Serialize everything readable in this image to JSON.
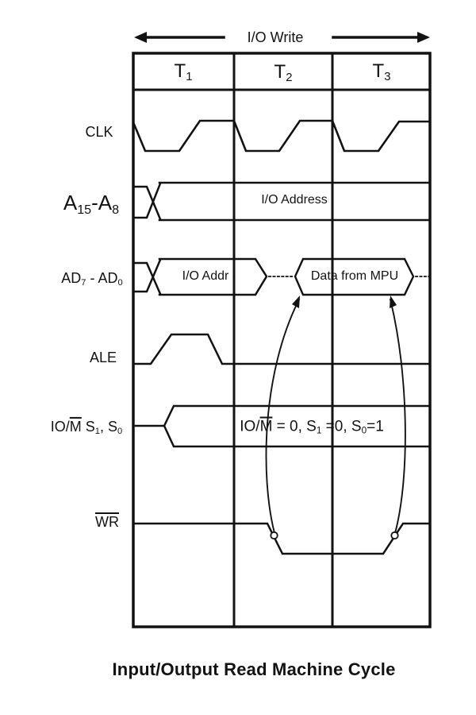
{
  "header": {
    "cycle_label": "I/O Write",
    "columns": [
      [
        {
          "t": "T"
        },
        {
          "t": "1",
          "sub": true
        }
      ],
      [
        {
          "t": "T"
        },
        {
          "t": "2",
          "sub": true
        }
      ],
      [
        {
          "t": "T"
        },
        {
          "t": "3",
          "sub": true
        }
      ]
    ]
  },
  "signals": {
    "clk": {
      "label": "CLK"
    },
    "a15_a8": {
      "label_parts": [
        {
          "t": "A"
        },
        {
          "t": "15",
          "sub": true
        },
        {
          "t": "-A"
        },
        {
          "t": "8",
          "sub": true
        }
      ]
    },
    "ad7_ad0": {
      "label_parts": [
        {
          "t": "AD"
        },
        {
          "t": "7",
          "sub": true
        },
        {
          "t": " - AD"
        },
        {
          "t": "0",
          "sub": true
        }
      ]
    },
    "ale": {
      "label": "ALE"
    },
    "iom_s1_s0": {
      "label_parts": [
        {
          "t": "IO/"
        },
        {
          "t": "M",
          "over": true
        },
        {
          "t": " S"
        },
        {
          "t": "1",
          "sub": true
        },
        {
          "t": ", S"
        },
        {
          "t": "0",
          "sub": true
        }
      ]
    },
    "wr": {
      "label_parts": [
        {
          "t": "WR",
          "over": true
        }
      ]
    }
  },
  "bus_annotations": {
    "io_address": "I/O Address",
    "io_addr": "I/O Addr",
    "data_from_mpu": "Data from MPU",
    "iom_status_parts": [
      {
        "t": "IO/"
      },
      {
        "t": "M",
        "over": true
      },
      {
        "t": " = 0, S"
      },
      {
        "t": "1",
        "sub": true
      },
      {
        "t": " =0, S"
      },
      {
        "t": "0",
        "sub": true
      },
      {
        "t": "=1"
      }
    ]
  },
  "caption": "Input/Output Read Machine Cycle",
  "colors": {
    "ink": "#121212",
    "background": "#ffffff"
  }
}
